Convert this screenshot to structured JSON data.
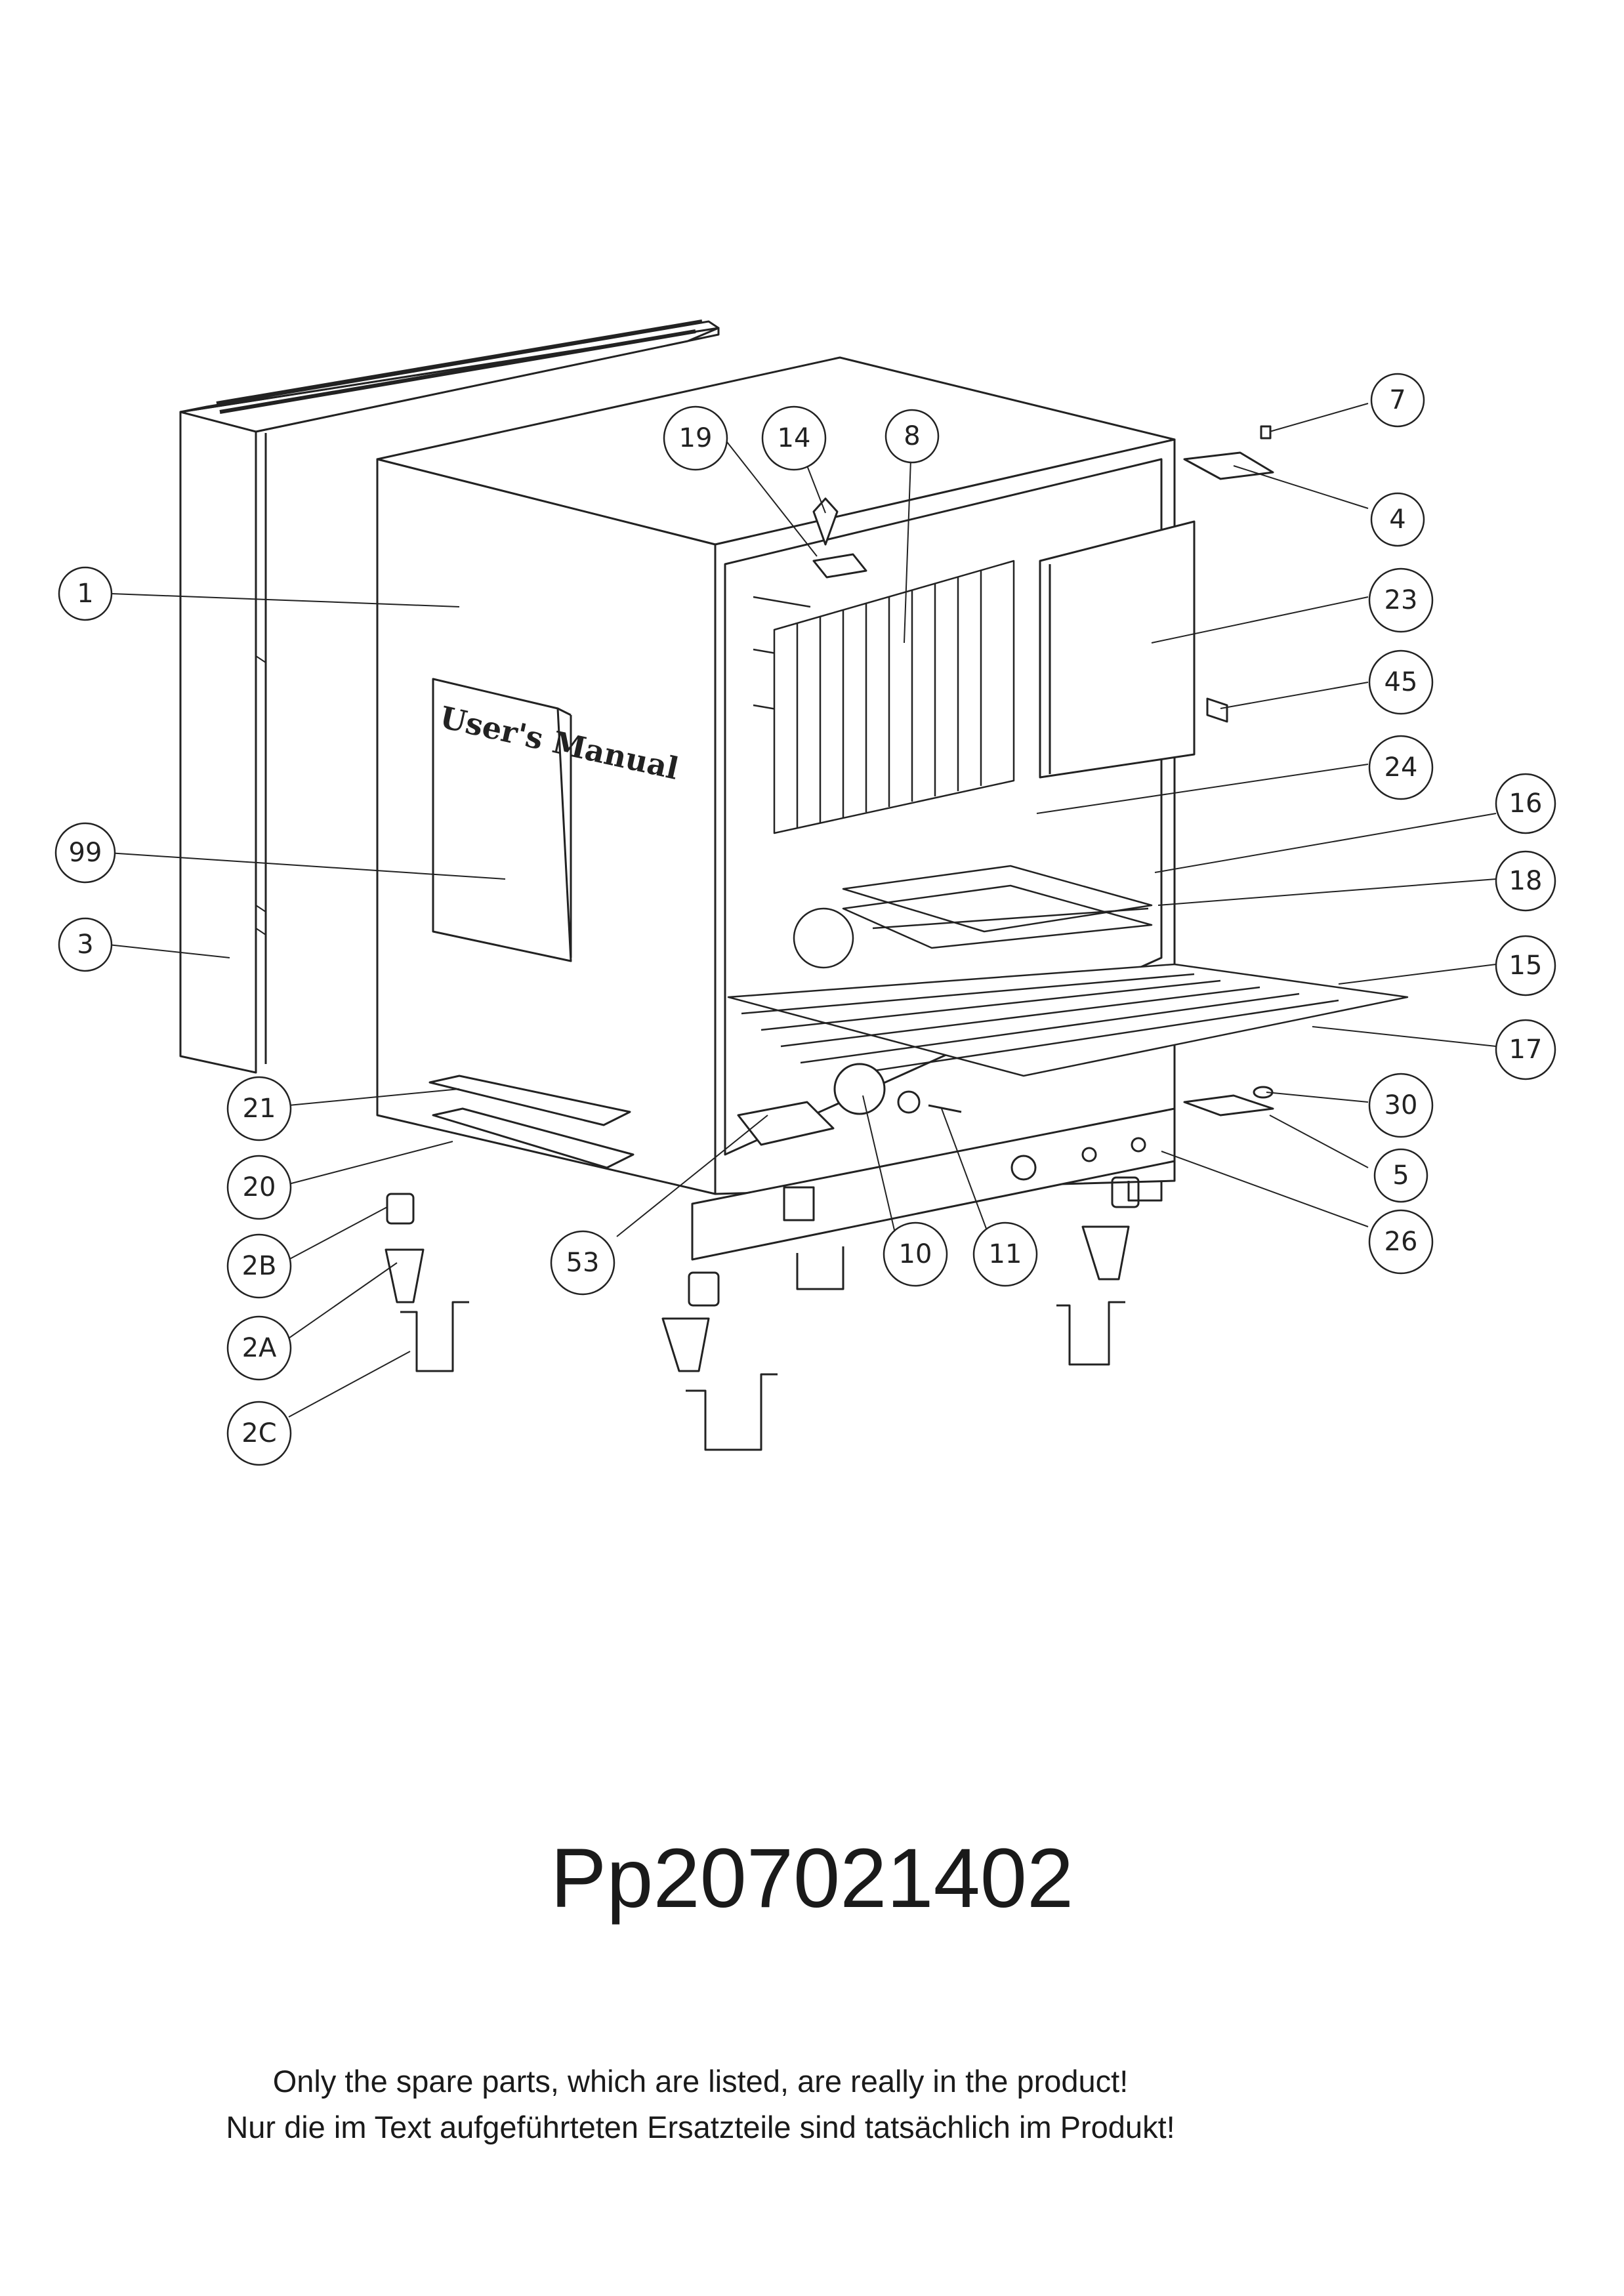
{
  "drawing_number": "Pp207021402",
  "notes": {
    "english": "Only the spare parts, which are listed, are really in the product!",
    "german": "Nur die im Text aufgeführteten Ersatzteile sind tatsächlich im Produkt!"
  },
  "manual_cover_text": "User's Manual",
  "callouts": [
    {
      "id": "1",
      "label": "1"
    },
    {
      "id": "99",
      "label": "99"
    },
    {
      "id": "3",
      "label": "3"
    },
    {
      "id": "21",
      "label": "21"
    },
    {
      "id": "20",
      "label": "20"
    },
    {
      "id": "2B",
      "label": "2B"
    },
    {
      "id": "2A",
      "label": "2A"
    },
    {
      "id": "2C",
      "label": "2C"
    },
    {
      "id": "53",
      "label": "53"
    },
    {
      "id": "10",
      "label": "10"
    },
    {
      "id": "11",
      "label": "11"
    },
    {
      "id": "19",
      "label": "19"
    },
    {
      "id": "14",
      "label": "14"
    },
    {
      "id": "8",
      "label": "8"
    },
    {
      "id": "7",
      "label": "7"
    },
    {
      "id": "4",
      "label": "4"
    },
    {
      "id": "23",
      "label": "23"
    },
    {
      "id": "45",
      "label": "45"
    },
    {
      "id": "24",
      "label": "24"
    },
    {
      "id": "16",
      "label": "16"
    },
    {
      "id": "18",
      "label": "18"
    },
    {
      "id": "15",
      "label": "15"
    },
    {
      "id": "17",
      "label": "17"
    },
    {
      "id": "30",
      "label": "30"
    },
    {
      "id": "5",
      "label": "5"
    },
    {
      "id": "26",
      "label": "26"
    }
  ]
}
